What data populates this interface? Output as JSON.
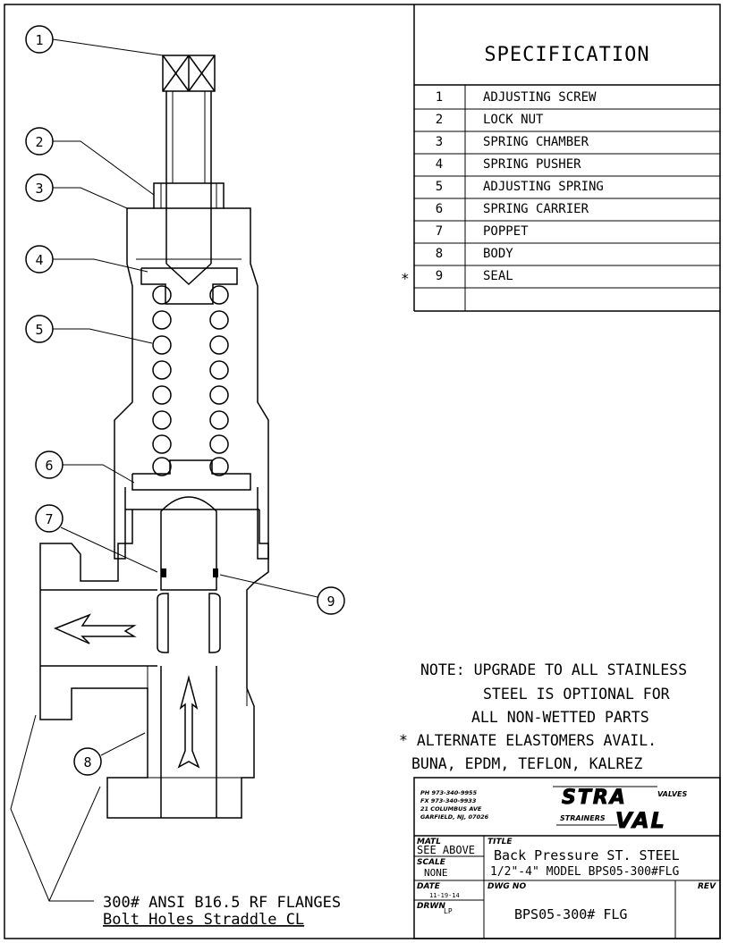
{
  "spec": {
    "title": "SPECIFICATION",
    "rows": [
      {
        "num": "1",
        "name": "ADJUSTING SCREW",
        "mark": ""
      },
      {
        "num": "2",
        "name": "LOCK NUT",
        "mark": ""
      },
      {
        "num": "3",
        "name": "SPRING CHAMBER",
        "mark": ""
      },
      {
        "num": "4",
        "name": "SPRING PUSHER",
        "mark": ""
      },
      {
        "num": "5",
        "name": "ADJUSTING SPRING",
        "mark": ""
      },
      {
        "num": "6",
        "name": "SPRING CARRIER",
        "mark": ""
      },
      {
        "num": "7",
        "name": "POPPET",
        "mark": ""
      },
      {
        "num": "8",
        "name": "BODY",
        "mark": ""
      },
      {
        "num": "9",
        "name": "SEAL",
        "mark": "*"
      }
    ]
  },
  "callouts": [
    "1",
    "2",
    "3",
    "4",
    "5",
    "6",
    "7",
    "8",
    "9"
  ],
  "notes": {
    "line1": "NOTE: UPGRADE TO ALL STAINLESS",
    "line2": "STEEL IS OPTIONAL FOR",
    "line3": "ALL NON-WETTED PARTS",
    "line4": "* ALTERNATE ELASTOMERS AVAIL.",
    "line5": "BUNA, EPDM, TEFLON, KALREZ"
  },
  "flange_note": {
    "line1": "300# ANSI B16.5 RF FLANGES",
    "line2": "Bolt Holes Straddle CL"
  },
  "company": {
    "phone": "PH 973-340-9955",
    "fax": "FX 973-340-9933",
    "address1": "21 COLUMBUS AVE",
    "address2": "GARFIELD, NJ, 07026",
    "logo_top": "STRA",
    "logo_bottom": "VAL",
    "logo_valves": "VALVES",
    "logo_strainers": "STRAINERS"
  },
  "titleblock": {
    "matl_label": "MATL",
    "matl_value": "SEE ABOVE",
    "scale_label": "SCALE",
    "scale_value": "NONE",
    "title_label": "TITLE",
    "title_line1": "Back Pressure ST. STEEL",
    "title_line2": "1/2\"-4\" MODEL BPS05-300#FLG",
    "date_label": "DATE",
    "date_value": "11-19-14",
    "drwn_label": "DRWN",
    "drwn_value": "LP",
    "dwgno_label": "DWG NO",
    "dwgno_value": "BPS05-300# FLG",
    "rev_label": "REV"
  }
}
